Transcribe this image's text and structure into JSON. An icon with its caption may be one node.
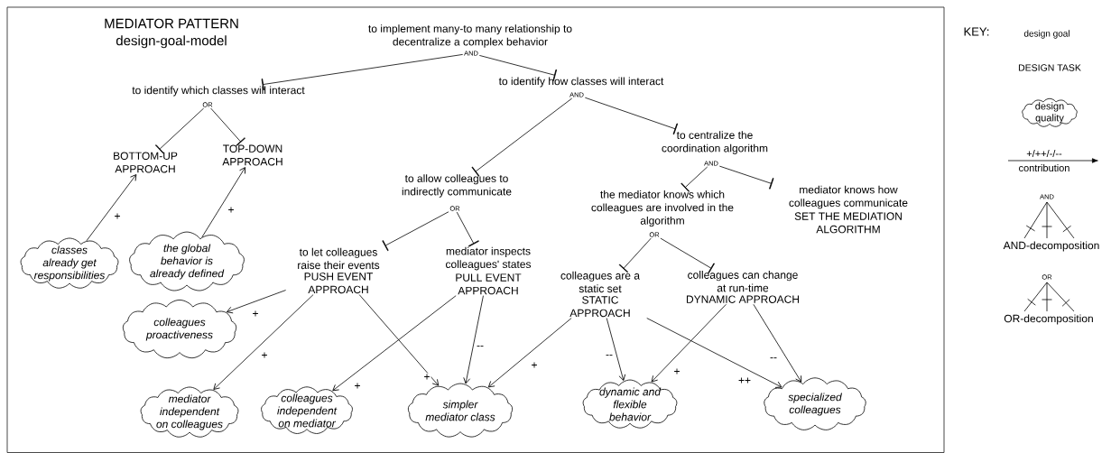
{
  "diagram": {
    "title": "MEDIATOR PATTERN design-goal-model",
    "nodes": [
      {
        "text": [
          "to implement many-to many relationship to decentralize a complex behavior"
        ],
        "beside": [
          "AND"
        ]
      },
      {
        "text": [
          "to identify which classes will interact"
        ],
        "beside": [
          "OR"
        ]
      },
      {
        "text": [
          "BOTTOM-UP APPROACH"
        ]
      },
      {
        "text": [
          "TOP-DOWN APPROACH"
        ]
      },
      {
        "text": [
          "to identify how classes will interact"
        ],
        "beside": [
          "AND"
        ]
      },
      {
        "text": [
          "to allow colleagues to indirectly communicate"
        ],
        "beside": [
          "OR"
        ]
      },
      {
        "text": [
          "to centralize the coordination algorithm"
        ],
        "beside": [
          "AND"
        ]
      },
      {
        "text": [
          "the mediator knows which colleagues are involved in the algorithm"
        ],
        "beside": [
          "OR"
        ]
      },
      {
        "text": [
          "mediator knows how colleagues communicate",
          "SET THE MEDIATION ALGORITHM"
        ]
      },
      {
        "text": [
          "to let colleagues raise their events",
          "PUSH EVENT APPROACH"
        ]
      },
      {
        "text": [
          "mediator inspects colleagues' states",
          "PULL EVENT APPROACH"
        ]
      },
      {
        "text": [
          "colleagues are a static set",
          "STATIC APPROACH"
        ]
      },
      {
        "text": [
          "colleagues can change at run-time",
          "DYNAMIC APPROACH"
        ]
      },
      {
        "text": [
          "classes already get responsibilities"
        ]
      },
      {
        "text": [
          "the global behavior is already defined"
        ]
      },
      {
        "text": [
          "colleagues proactiveness"
        ]
      },
      {
        "text": [
          "mediator independent on colleagues"
        ]
      },
      {
        "text": [
          "colleagues independent on mediator"
        ]
      },
      {
        "text": [
          "simpler mediator class"
        ]
      },
      {
        "text": [
          "dynamic and flexible behavior"
        ]
      },
      {
        "text": [
          "specialized colleagues"
        ]
      }
    ],
    "edges": [
      {
        "from": 0,
        "to": 1,
        "arrow": "other"
      },
      {
        "from": 0,
        "to": 4,
        "arrow": "other"
      },
      {
        "from": 1,
        "to": 2,
        "arrow": "other"
      },
      {
        "from": 1,
        "to": 3,
        "arrow": "other"
      },
      {
        "from": 4,
        "to": 5,
        "arrow": "other"
      },
      {
        "from": 4,
        "to": 6,
        "arrow": "other"
      },
      {
        "from": 5,
        "to": 9,
        "arrow": "other"
      },
      {
        "from": 5,
        "to": 10,
        "arrow": "other"
      },
      {
        "from": 6,
        "to": 7,
        "arrow": "other"
      },
      {
        "from": 6,
        "to": 8,
        "arrow": "other"
      },
      {
        "from": 7,
        "to": 11,
        "arrow": "other"
      },
      {
        "from": 7,
        "to": 12,
        "arrow": "other"
      },
      {
        "from": 13,
        "to": 2,
        "arrow": "to",
        "label": "+"
      },
      {
        "from": 14,
        "to": 3,
        "arrow": "to",
        "label": "+"
      },
      {
        "from": 9,
        "to": 15,
        "arrow": "to",
        "label": "+"
      },
      {
        "from": 9,
        "to": 16,
        "arrow": "to",
        "label": "+"
      },
      {
        "from": 9,
        "to": 18,
        "arrow": "to",
        "label": "+"
      },
      {
        "from": 10,
        "to": 17,
        "arrow": "to",
        "label": "+"
      },
      {
        "from": 10,
        "to": 18,
        "arrow": "to",
        "label": "--"
      },
      {
        "from": 11,
        "to": 18,
        "arrow": "to",
        "label": "+"
      },
      {
        "from": 11,
        "to": 19,
        "arrow": "to",
        "label": "--"
      },
      {
        "from": 11,
        "to": 20,
        "arrow": "to",
        "label": "++"
      },
      {
        "from": 12,
        "to": 19,
        "arrow": "to",
        "label": "+"
      },
      {
        "from": 12,
        "to": 20,
        "arrow": "to",
        "label": "--"
      }
    ],
    "labels": [
      "KEY:",
      "+/++/-/--",
      "AND",
      "OR"
    ],
    "legend": [
      {
        "text": "design goal"
      },
      {
        "text": "DESIGN TASK"
      },
      {
        "text": "design quality"
      },
      {
        "text": "contribution"
      },
      {
        "text": "AND-decomposition"
      },
      {
        "text": "OR-decomposition"
      }
    ]
  }
}
